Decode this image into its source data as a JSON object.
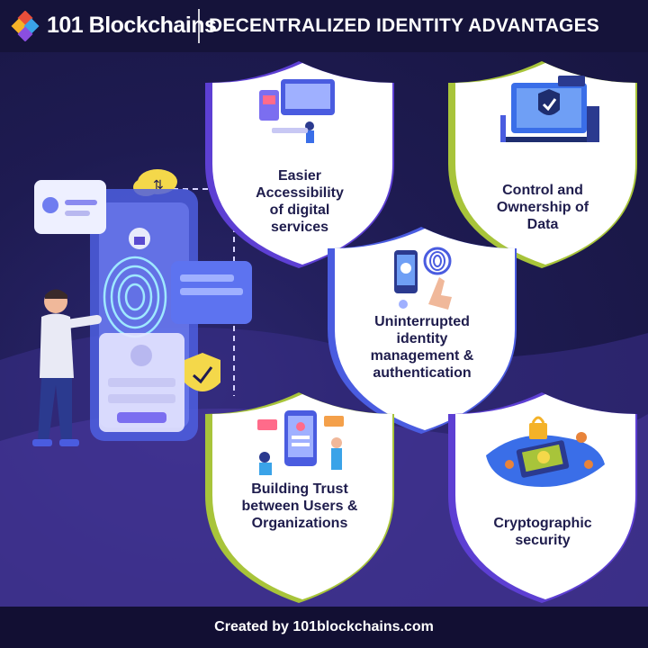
{
  "header": {
    "brand": "101 Blockchains",
    "title": "DECENTRALIZED IDENTITY ADVANTAGES",
    "logo_icon": "blockchain-cube-logo-icon"
  },
  "cards": [
    {
      "label_lines": [
        "Easier",
        "Accessibility",
        "of digital",
        "services"
      ],
      "icon": "developers-illustration",
      "accent": "#5d3fd3"
    },
    {
      "label_lines": [
        "Control and",
        "Ownership of",
        "Data"
      ],
      "icon": "security-shield-illustration",
      "accent": "#a8c43a"
    },
    {
      "label_lines": [
        "Uninterrupted",
        "identity",
        "management &",
        "authentication"
      ],
      "icon": "fingerprint-phone-illustration",
      "accent": "#4a5ce0"
    },
    {
      "label_lines": [
        "Building Trust",
        "between Users &",
        "Organizations"
      ],
      "icon": "social-network-illustration",
      "accent": "#a8c43a"
    },
    {
      "label_lines": [
        "Cryptographic",
        "security"
      ],
      "icon": "crypto-lock-illustration",
      "accent": "#5d3fd3"
    }
  ],
  "footer": {
    "text": "Created by 101blockchains.com"
  },
  "colors": {
    "background": "#1e1b52",
    "header": "#15133a",
    "label": "#1f1d4d"
  }
}
